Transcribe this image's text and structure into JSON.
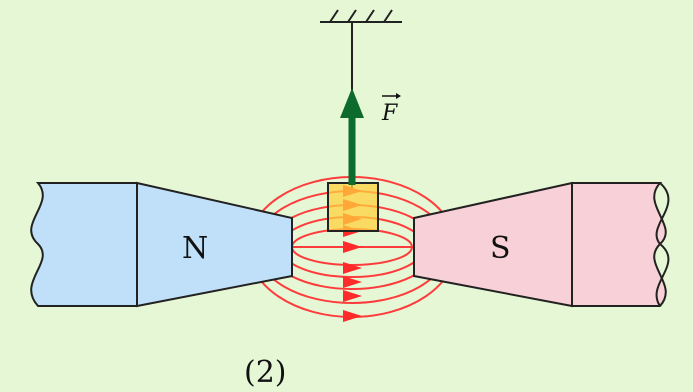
{
  "diagram": {
    "label_north": "N",
    "label_south": "S",
    "force_label": "F",
    "figure_caption": "(2)"
  },
  "colors": {
    "background": "#e6f7d6",
    "north_pole": "#bfe0f8",
    "south_pole": "#f8d0d8",
    "field_lines": "#ff2a2a",
    "force_arrow": "#0d6b2e",
    "conductor": "#ffd23c"
  }
}
